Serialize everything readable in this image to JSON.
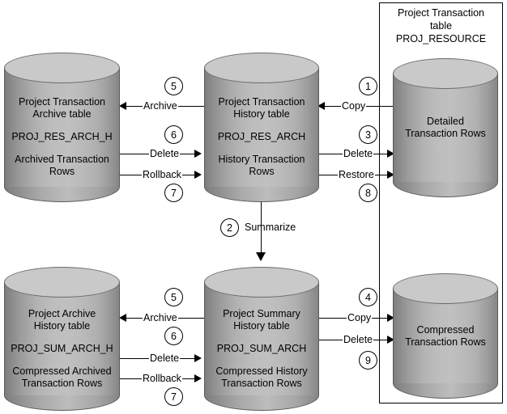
{
  "group": {
    "title": "Project Transaction\ntable\nPROJ_RESOURCE"
  },
  "cylinders": {
    "proj_res_arch_h": {
      "title": "Project Transaction\nArchive table",
      "table": "PROJ_RES_ARCH_H",
      "rows": "Archived Transaction\nRows"
    },
    "proj_res_arch": {
      "title": "Project Transaction\nHistory table",
      "table": "PROJ_RES_ARCH",
      "rows": "History Transaction\nRows"
    },
    "proj_resource": {
      "title": "",
      "table": "",
      "rows": "Detailed\nTransaction Rows"
    },
    "proj_sum_arch_h": {
      "title": "Project Archive\nHistory table",
      "table": "PROJ_SUM_ARCH_H",
      "rows": "Compressed Archived\nTransaction Rows"
    },
    "proj_sum_arch": {
      "title": "Project Summary\nHistory table",
      "table": "PROJ_SUM_ARCH",
      "rows": "Compressed History\nTransaction Rows"
    },
    "compressed_rows": {
      "title": "",
      "table": "",
      "rows": "Compressed\nTransaction Rows"
    }
  },
  "flows": {
    "top_archive": {
      "label": "Archive",
      "step": "5"
    },
    "top_delete": {
      "label": "Delete",
      "step": "6"
    },
    "top_rollback": {
      "label": "Rollback",
      "step": "7"
    },
    "copy_detail": {
      "label": "Copy",
      "step": "1"
    },
    "delete_detail": {
      "label": "Delete",
      "step": "3"
    },
    "restore_detail": {
      "label": "Restore",
      "step": "8"
    },
    "summarize": {
      "label": "Summarize",
      "step": "2"
    },
    "bot_archive": {
      "label": "Archive",
      "step": "5"
    },
    "bot_delete": {
      "label": "Delete",
      "step": "6"
    },
    "bot_rollback": {
      "label": "Rollback",
      "step": "7"
    },
    "copy_compressed": {
      "label": "Copy",
      "step": "4"
    },
    "delete_compressed": {
      "label": "Delete",
      "step": "9"
    }
  }
}
